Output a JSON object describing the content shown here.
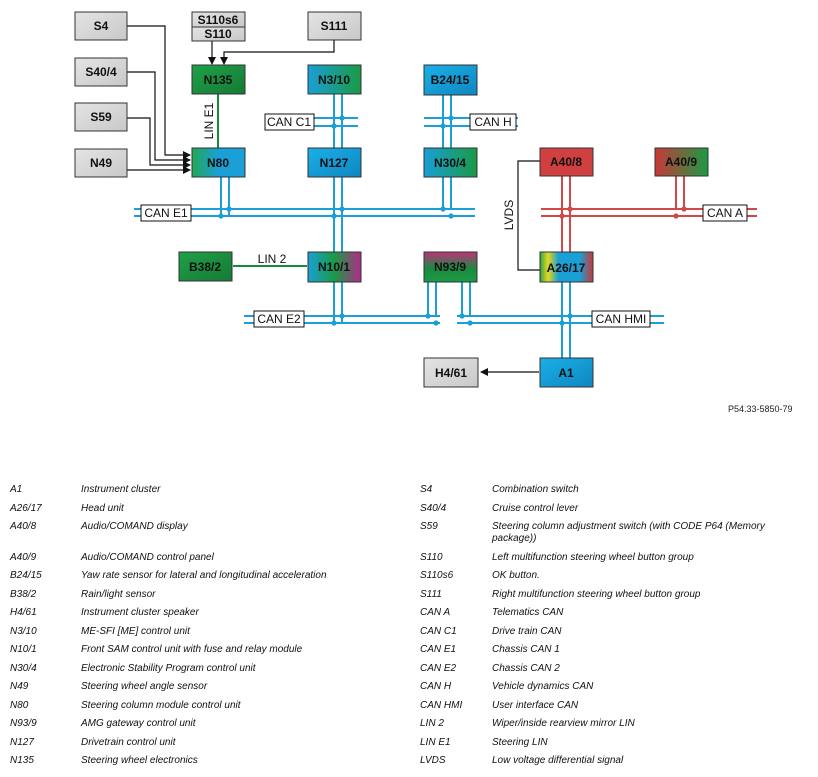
{
  "diagram": {
    "components": {
      "S4": "S4",
      "S40_4": "S40/4",
      "S59": "S59",
      "N49": "N49",
      "S110s6": "S110s6",
      "S110": "S110",
      "S111": "S111",
      "N135": "N135",
      "N80": "N80",
      "N3_10": "N3/10",
      "N127": "N127",
      "B24_15": "B24/15",
      "N30_4": "N30/4",
      "A40_8": "A40/8",
      "A40_9": "A40/9",
      "B38_2": "B38/2",
      "N10_1": "N10/1",
      "N93_9": "N93/9",
      "A26_17": "A26/17",
      "A1": "A1",
      "H4_61": "H4/61"
    },
    "bus_labels": {
      "LIN_E1": "LIN E1",
      "CAN_C1": "CAN C1",
      "CAN_H": "CAN H",
      "CAN_E1": "CAN E1",
      "CAN_A": "CAN A",
      "LVDS": "LVDS",
      "LIN_2": "LIN 2",
      "CAN_E2": "CAN E2",
      "CAN_HMI": "CAN HMI"
    },
    "reference": "P54.33-5850-79"
  },
  "legend": {
    "left": [
      {
        "code": "A1",
        "desc": "Instrument cluster"
      },
      {
        "code": "A26/17",
        "desc": "Head unit"
      },
      {
        "code": "A40/8",
        "desc": "Audio/COMAND display"
      },
      {
        "code": "A40/9",
        "desc": "Audio/COMAND control panel"
      },
      {
        "code": "B24/15",
        "desc": "Yaw rate sensor for lateral and longitudinal acceleration"
      },
      {
        "code": "B38/2",
        "desc": "Rain/light sensor"
      },
      {
        "code": "H4/61",
        "desc": "Instrument cluster speaker"
      },
      {
        "code": "N3/10",
        "desc": "ME-SFI [ME] control unit"
      },
      {
        "code": "N10/1",
        "desc": "Front SAM control unit with fuse and relay module"
      },
      {
        "code": "N30/4",
        "desc": "Electronic Stability Program control unit"
      },
      {
        "code": "N49",
        "desc": "Steering wheel angle sensor"
      },
      {
        "code": "N80",
        "desc": "Steering column module control unit"
      },
      {
        "code": "N93/9",
        "desc": "AMG gateway control unit"
      },
      {
        "code": "N127",
        "desc": "Drivetrain control unit"
      },
      {
        "code": "N135",
        "desc": "Steering wheel electronics"
      }
    ],
    "right": [
      {
        "code": "S4",
        "desc": "Combination switch"
      },
      {
        "code": "S40/4",
        "desc": "Cruise control lever"
      },
      {
        "code": "S59",
        "desc": "Steering column adjustment switch (with CODE P64 (Memory package))"
      },
      {
        "code": "S110",
        "desc": "Left multifunction steering wheel button group"
      },
      {
        "code": "S110s6",
        "desc": "OK button."
      },
      {
        "code": "S111",
        "desc": "Right multifunction steering wheel button group"
      },
      {
        "code": "CAN A",
        "desc": "Telematics CAN"
      },
      {
        "code": "CAN C1",
        "desc": "Drive train CAN"
      },
      {
        "code": "CAN E1",
        "desc": "Chassis CAN 1"
      },
      {
        "code": "CAN E2",
        "desc": "Chassis CAN 2"
      },
      {
        "code": "CAN H",
        "desc": "Vehicle dynamics CAN"
      },
      {
        "code": "CAN HMI",
        "desc": "User interface CAN"
      },
      {
        "code": "LIN 2",
        "desc": "Wiper/inside rearview mirror LIN"
      },
      {
        "code": "LIN E1",
        "desc": "Steering LIN"
      },
      {
        "code": "LVDS",
        "desc": "Low voltage differential signal"
      }
    ]
  },
  "colors": {
    "blue": "#1a9fd6",
    "green": "#1a8a3a",
    "red": "#d24848",
    "grey": "#d9d9d9"
  }
}
